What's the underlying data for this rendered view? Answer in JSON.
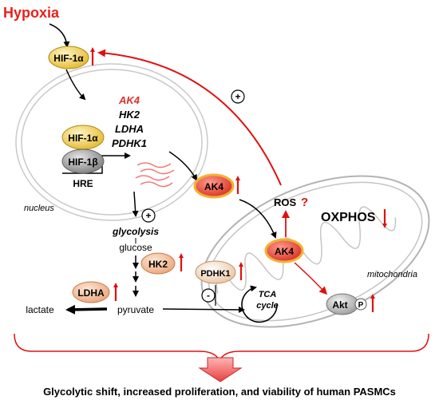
{
  "title": "Hypoxia",
  "nodes": {
    "hif1a_top": "HIF-1α",
    "hif1a_nuc": "HIF-1α",
    "hif1b": "HIF-1β",
    "hre": "HRE",
    "ak4_mid": "AK4",
    "ak4_mito": "AK4",
    "hk2": "HK2",
    "ldha": "LDHA",
    "pdhk1": "PDHK1",
    "akt": "Akt",
    "phospho": "P"
  },
  "target_genes": [
    "AK4",
    "HK2",
    "LDHA",
    "PDHK1"
  ],
  "labels": {
    "nucleus": "nucleus",
    "mitochondria": "mitochondria",
    "glycolysis": "glycolysis",
    "glucose": "glucose",
    "pyruvate": "pyruvate",
    "lactate": "lactate",
    "tca_line1": "TCA",
    "tca_line2": "cycle",
    "ros": "ROS",
    "ros_question": "?",
    "oxphos": "OXPHOS",
    "plus_feedback": "+",
    "plus_glycolysis": "+",
    "minus_pdhk1": "-"
  },
  "conclusion": "Glycolytic shift, increased proliferation, and viability of human PASMCs",
  "colors": {
    "hypoxia_red": "#e8211c",
    "arrow_red": "#e01010",
    "ak4_gene_red": "#e03030",
    "ak4_fill": "#e84a4a",
    "ak4_ring": "#f2b233",
    "hif1a_fill": "#f3d66a",
    "hif1b_fill": "#a9a9a9",
    "hk2_fill": "#f6c9a8",
    "pdhk1_fill": "#f4dcc4",
    "akt_fill": "#bfbfbf",
    "membrane_gray": "#b8b8b8",
    "bottom_arrow_fill": "#f26565"
  }
}
